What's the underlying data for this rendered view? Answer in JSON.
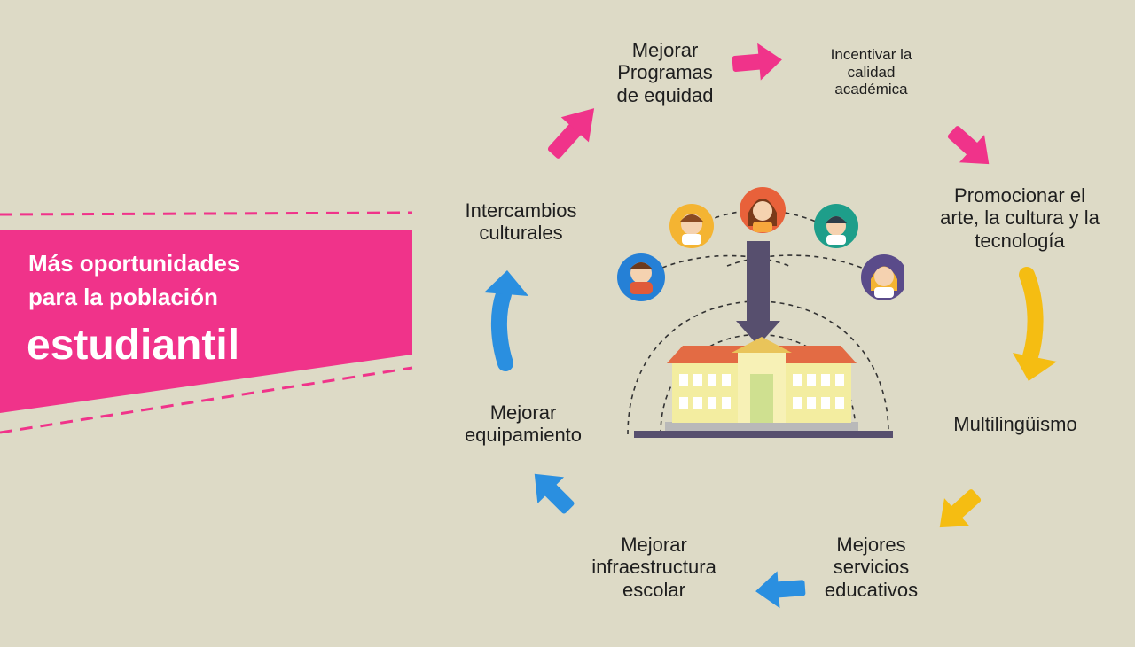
{
  "banner": {
    "line1": "Más oportunidades",
    "line2": "para la población",
    "line3": "estudiantil"
  },
  "cycle_steps": [
    {
      "label": "Mejorar\nProgramas\nde equidad"
    },
    {
      "label": "Incentivar la\ncalidad\nacadémica"
    },
    {
      "label": "Promocionar el\narte, la cultura y la\ntecnología"
    },
    {
      "label": "Multilingüismo"
    },
    {
      "label": "Mejores\nservicios\neducativos"
    },
    {
      "label": "Mejorar\ninfraestructura\nescolar"
    },
    {
      "label": "Mejorar\nequipamiento"
    },
    {
      "label": "Intercambios\nculturales"
    }
  ],
  "colors": {
    "background": "#dddac6",
    "pink": "#f0338a",
    "yellow": "#f5bd12",
    "blue": "#2a8fe0",
    "arrow_down": "#574f6e",
    "school_wall": "#f3eda0",
    "school_roof": "#e36b44"
  },
  "illustration": {
    "avatars": [
      "boy-blue-avatar",
      "boy-orange-avatar",
      "girl-red-avatar",
      "boy-green-avatar",
      "girl-purple-avatar"
    ],
    "building": "school-icon"
  }
}
